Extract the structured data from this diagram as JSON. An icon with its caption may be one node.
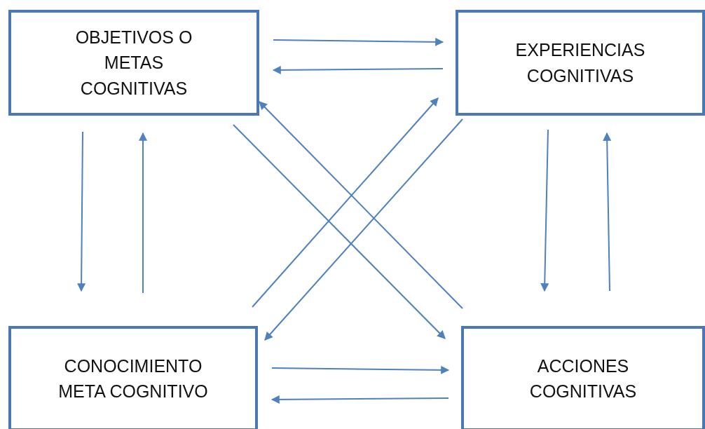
{
  "diagram": {
    "nodes": [
      {
        "text": [
          "OBJETIVOS O METAS COGNITIVAS"
        ]
      },
      {
        "text": [
          "EXPERIENCIAS COGNITIVAS"
        ]
      },
      {
        "text": [
          "CONOCIMIENTO META COGNITIVO"
        ]
      },
      {
        "text": [
          "ACCIONES COGNITIVAS"
        ]
      }
    ],
    "edges": [
      {
        "from": 0,
        "to": 1,
        "arrow": "to"
      },
      {
        "from": 1,
        "to": 0,
        "arrow": "to"
      },
      {
        "from": 0,
        "to": 2,
        "arrow": "to"
      },
      {
        "from": 2,
        "to": 0,
        "arrow": "to"
      },
      {
        "from": 1,
        "to": 3,
        "arrow": "to"
      },
      {
        "from": 3,
        "to": 1,
        "arrow": "to"
      },
      {
        "from": 2,
        "to": 3,
        "arrow": "to"
      },
      {
        "from": 3,
        "to": 2,
        "arrow": "to"
      },
      {
        "from": 0,
        "to": 3,
        "arrow": "to"
      },
      {
        "from": 3,
        "to": 0,
        "arrow": "to"
      },
      {
        "from": 2,
        "to": 1,
        "arrow": "to"
      },
      {
        "from": 1,
        "to": 2,
        "arrow": "to"
      }
    ]
  }
}
